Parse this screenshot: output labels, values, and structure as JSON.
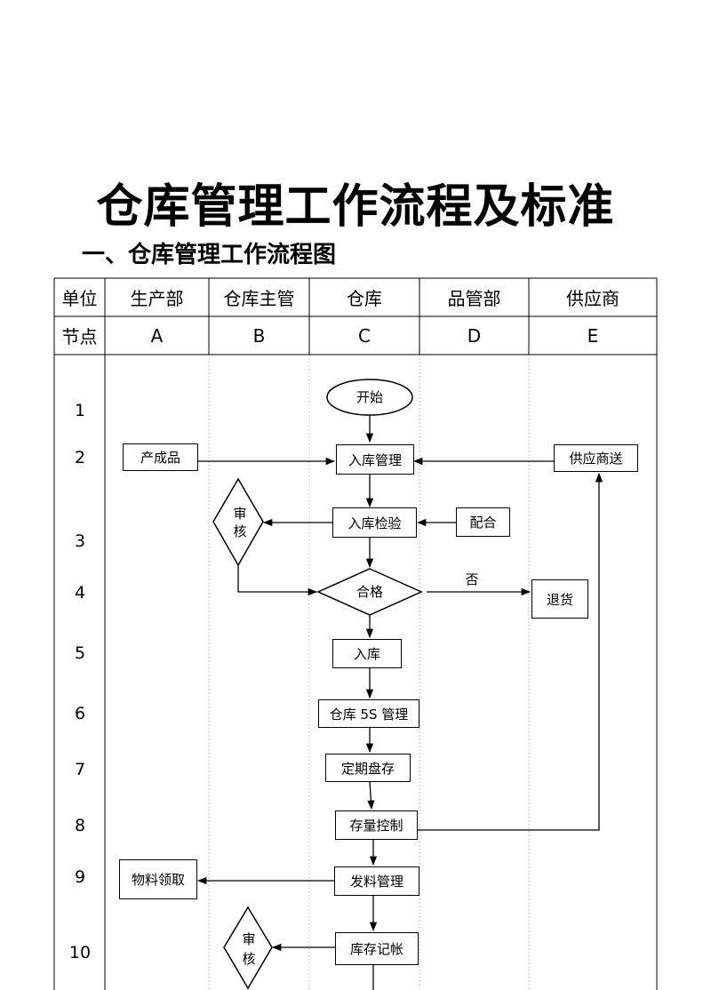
{
  "title": "仓库管理工作流程及标准",
  "subtitle": "一、仓库管理工作流程图",
  "header": {
    "unit_label": "单位",
    "node_label": "节点",
    "columns": [
      {
        "unit": "生产部",
        "node": "A"
      },
      {
        "unit": "仓库主管",
        "node": "B"
      },
      {
        "unit": "仓库",
        "node": "C"
      },
      {
        "unit": "品管部",
        "node": "D"
      },
      {
        "unit": "供应商",
        "node": "E"
      }
    ]
  },
  "rows": [
    "1",
    "2",
    "3",
    "4",
    "5",
    "6",
    "7",
    "8",
    "9",
    "10"
  ],
  "nodes": {
    "start": "开始",
    "finished_product": "产成品",
    "inbound_management": "入库管理",
    "supplier_delivery": "供应商送",
    "review1_top": "审",
    "review1_bottom": "核",
    "inbound_inspection": "入库检验",
    "cooperate": "配合",
    "qualified": "合格",
    "no_label": "否",
    "return_goods": "退货",
    "warehousing": "入库",
    "warehouse_5s": "仓库 5S 管理",
    "periodic_inventory": "定期盘存",
    "stock_control": "存量控制",
    "material_requisition": "物料领取",
    "issue_management": "发料管理",
    "review2_top": "审",
    "review2_bottom": "核",
    "stock_ledger": "库存记帐"
  }
}
